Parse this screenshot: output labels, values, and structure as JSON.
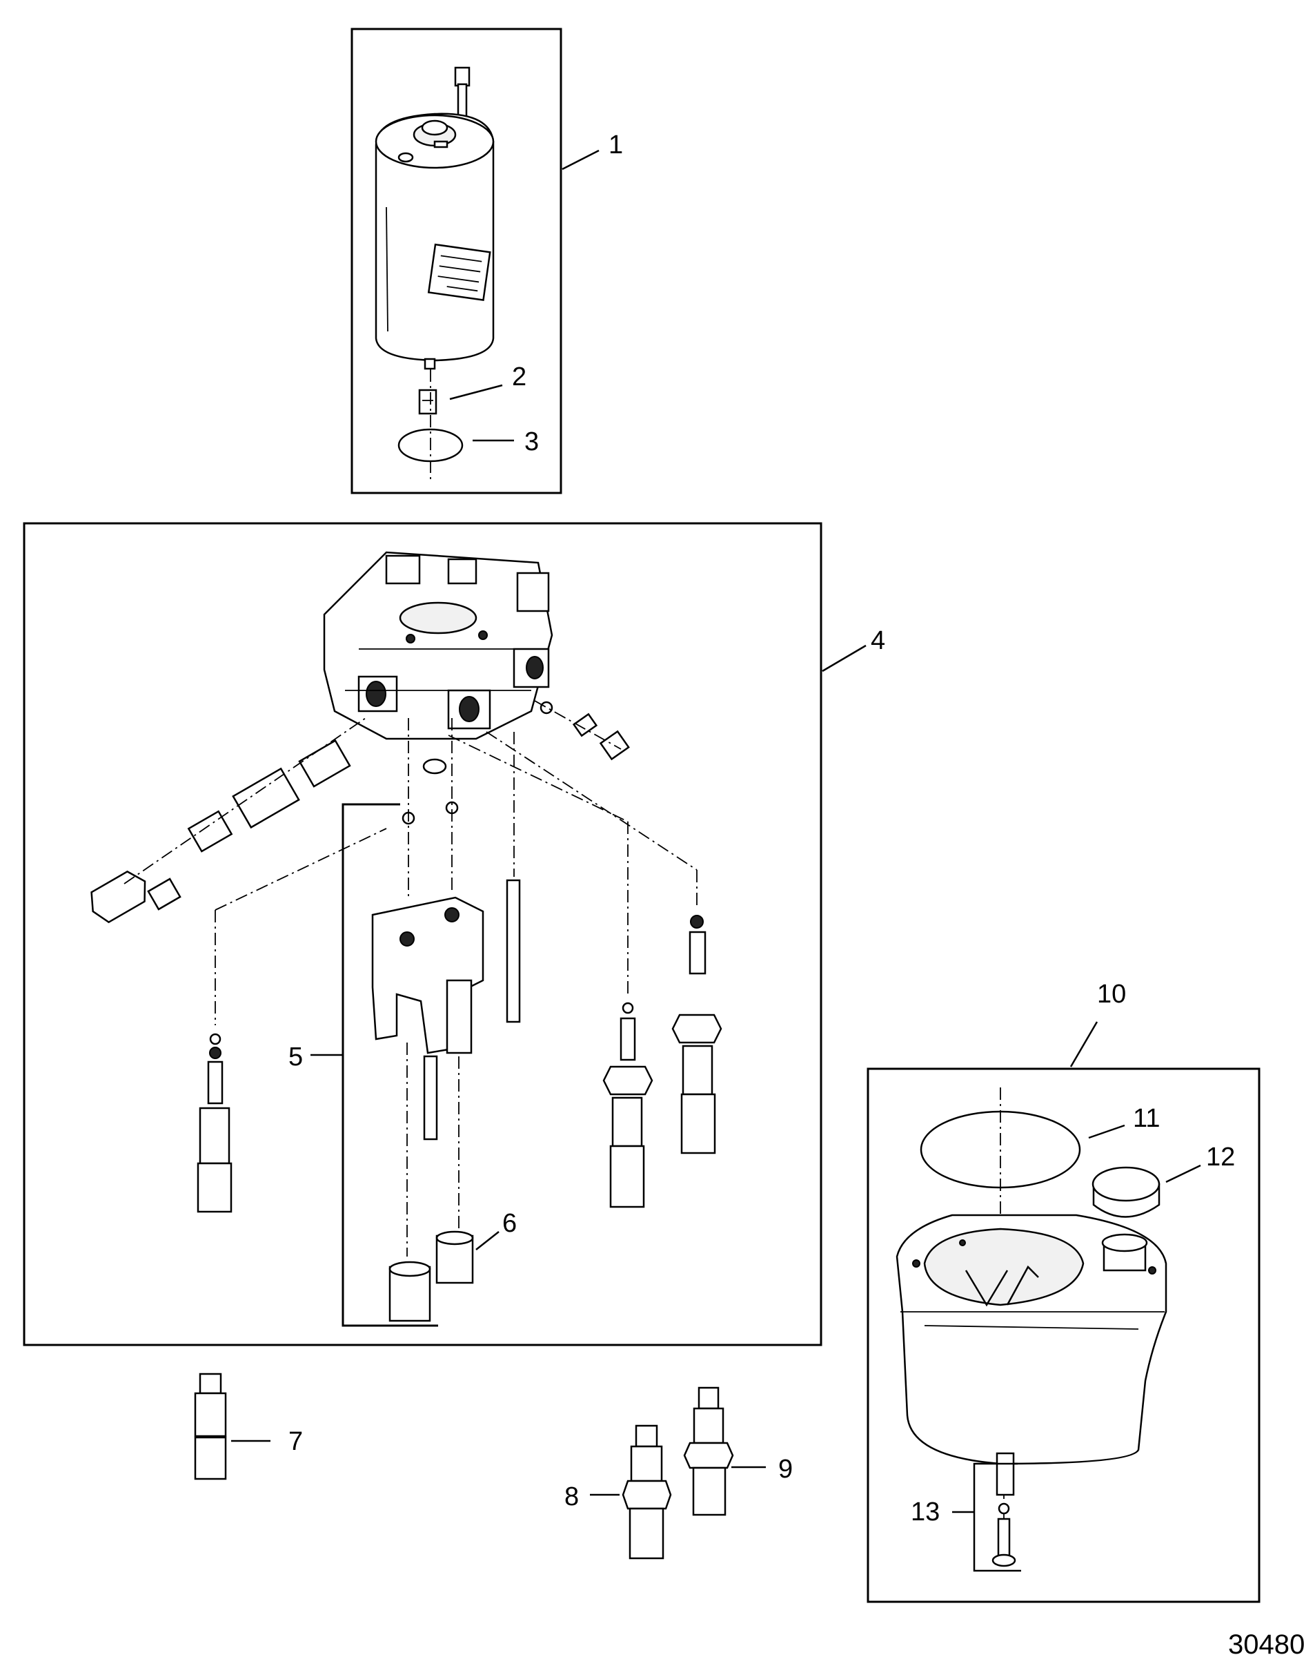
{
  "diagram": {
    "figure_number": "30480",
    "callouts": [
      {
        "id": "1",
        "label": "1"
      },
      {
        "id": "2",
        "label": "2"
      },
      {
        "id": "3",
        "label": "3"
      },
      {
        "id": "4",
        "label": "4"
      },
      {
        "id": "5",
        "label": "5"
      },
      {
        "id": "6",
        "label": "6"
      },
      {
        "id": "7",
        "label": "7"
      },
      {
        "id": "8",
        "label": "8"
      },
      {
        "id": "9",
        "label": "9"
      },
      {
        "id": "10",
        "label": "10"
      },
      {
        "id": "11",
        "label": "11"
      },
      {
        "id": "12",
        "label": "12"
      },
      {
        "id": "13",
        "label": "13"
      }
    ]
  }
}
